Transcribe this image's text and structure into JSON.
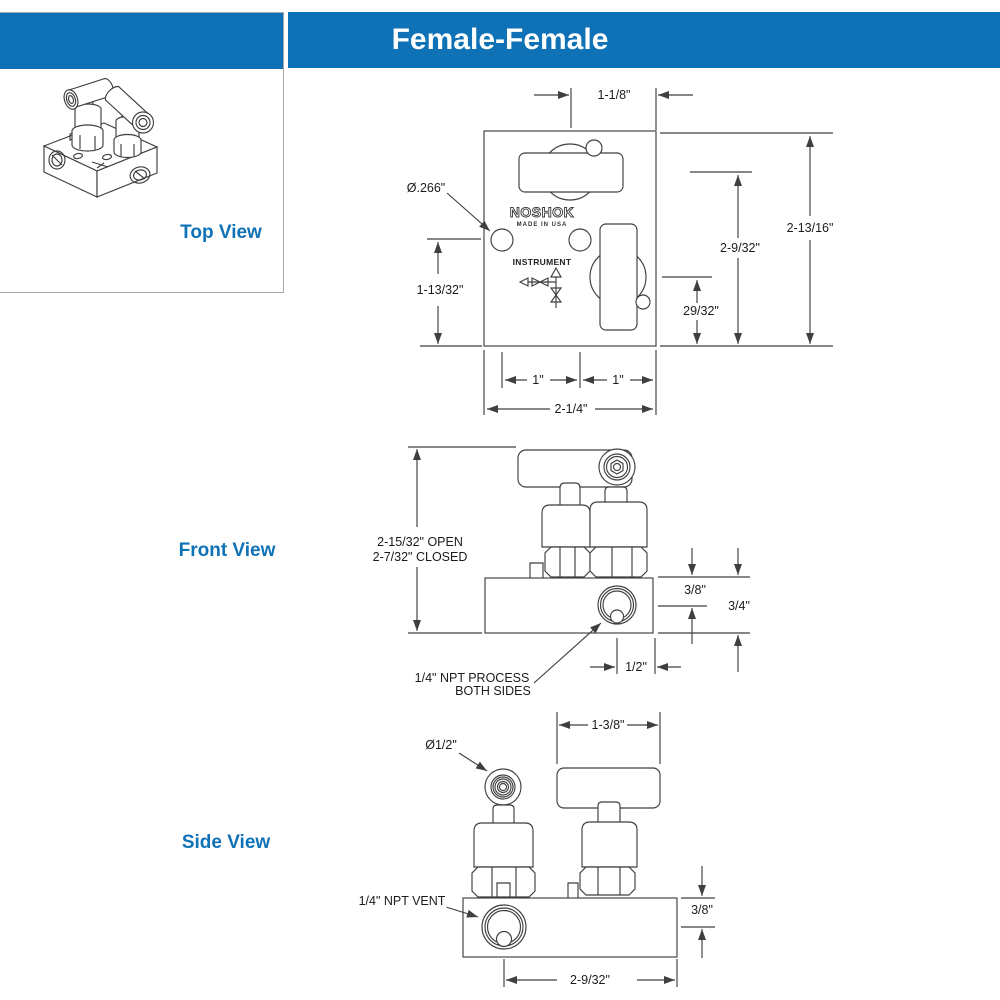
{
  "colors": {
    "accent": "#0f72b6",
    "line": "#3f3f3f"
  },
  "header": {
    "title": "Female-Female"
  },
  "panel": {
    "label": "Top View"
  },
  "top_view": {
    "brand": "NOSHOK",
    "made_in": "MADE IN USA",
    "instrument": "INSTRUMENT",
    "dim_handle_to_edge": "1-1/8\"",
    "dim_hole_dia": "Ø.266\"",
    "dim_overall_depth": "2-13/16\"",
    "dim_handle_depth": "2-9/32\"",
    "dim_small_depth": "29/32\"",
    "dim_hole_depth": "1-13/32\"",
    "dim_hole_spacing": "1\"",
    "dim_hole_to_edge": "1\"",
    "dim_overall_width": "2-1/4\""
  },
  "front_view": {
    "label": "Front View",
    "dim_open": "2-15/32\" OPEN",
    "dim_closed": "2-7/32\" CLOSED",
    "dim_port_center": "3/8\"",
    "dim_body_height": "3/4\"",
    "dim_port_offset": "1/2\"",
    "callout_line1": "1/4\"  NPT PROCESS",
    "callout_line2": "BOTH SIDES"
  },
  "side_view": {
    "label": "Side View",
    "dim_knob_dia": "Ø1/2\"",
    "dim_handle_len": "1-3/8\"",
    "dim_port_center": "3/8\"",
    "dim_port_offset": "2-9/32\"",
    "callout_vent": "1/4\" NPT VENT"
  }
}
